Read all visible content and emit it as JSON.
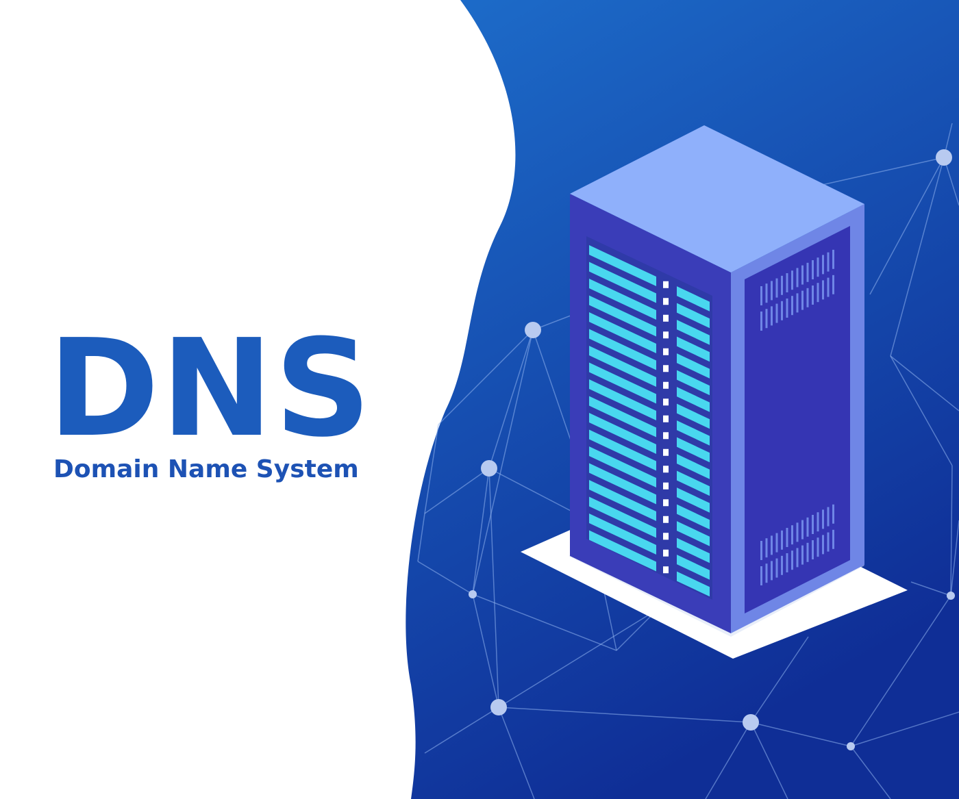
{
  "heading": {
    "title": "DNS",
    "subtitle": "Domain Name System"
  },
  "illustration": {
    "subject": "isometric-server-rack",
    "network_icon": "network-nodes-icon",
    "colors": {
      "background_top": "#1d6dca",
      "background_bottom": "#0f2e96",
      "server_front": "#3a3db8",
      "server_top": "#8fb0fb",
      "server_side": "#6f86e6",
      "server_panel": "#3535b3",
      "drive_bay": "#49d7ef",
      "base_plate": "#ffffff",
      "node": "#b8caf0"
    }
  }
}
